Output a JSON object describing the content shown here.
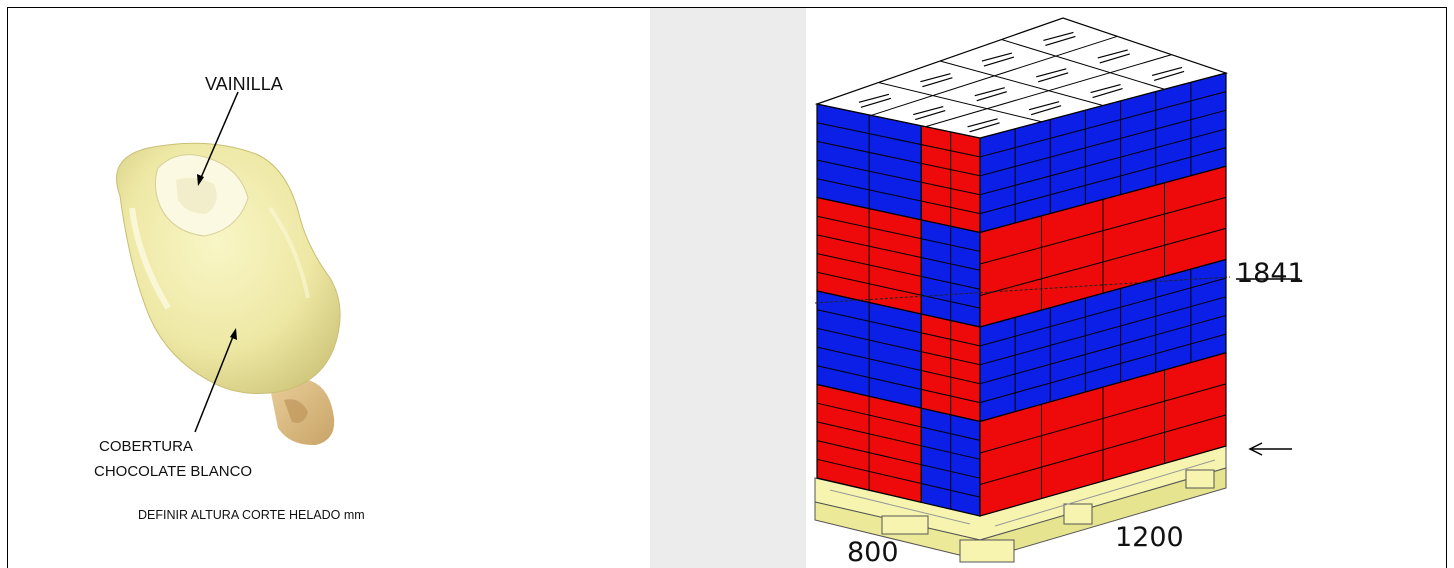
{
  "product": {
    "label_top": "VAINILLA",
    "label_coating_line1": "COBERTURA",
    "label_coating_line2": "CHOCOLATE BLANCO",
    "instruction": "DEFINIR ALTURA CORTE HELADO  mm"
  },
  "pallet": {
    "height_label": "1841",
    "depth_label": "800",
    "width_label": "1200",
    "colors": {
      "case_blue": "#0b1fe6",
      "case_red": "#ee0a0a",
      "top_white": "#ffffff",
      "pallet_yellow": "#f5f2a3"
    }
  }
}
